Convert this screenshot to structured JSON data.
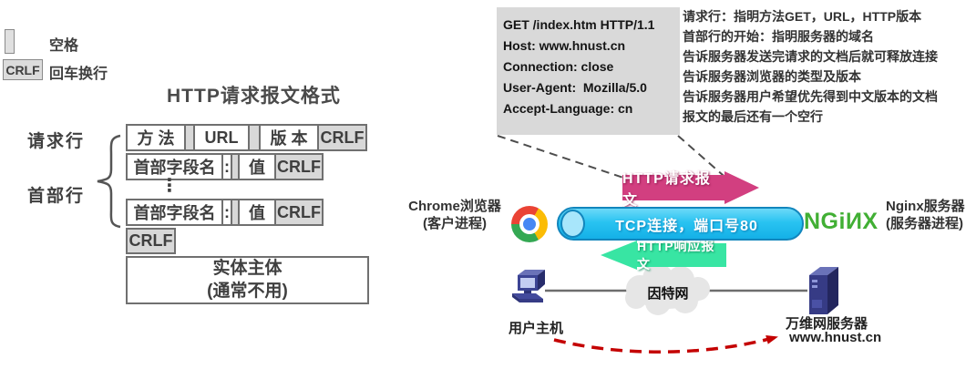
{
  "legend": {
    "space_label": "空格",
    "crlf_symbol": "CRLF",
    "crlf_label": "回车换行"
  },
  "format_diagram": {
    "title": "HTTP请求报文格式",
    "request_line_label": "请求行",
    "header_lines_label": "首部行",
    "request_line_row": {
      "method": "方 法",
      "url": "URL",
      "version": "版 本",
      "crlf": "CRLF"
    },
    "header_row": {
      "field_name": "首部字段名",
      "colon": ":",
      "value": "值",
      "crlf": "CRLF"
    },
    "ellipsis": "⋮",
    "trailing_crlf": "CRLF",
    "entity_body_line1": "实体主体",
    "entity_body_line2": "(通常不用)"
  },
  "request_example": {
    "lines": [
      "GET /index.htm HTTP/1.1",
      "Host: www.hnust.cn",
      "Connection: close",
      "User-Agent:  Mozilla/5.0",
      "Accept-Language: cn"
    ]
  },
  "annotations": [
    "请求行：指明方法GET，URL，HTTP版本",
    "首部行的开始：指明服务器的域名",
    "告诉服务器发送完请求的文档后就可释放连接",
    "告诉服务器浏览器的类型及版本",
    "告诉服务器用户希望优先得到中文版本的文档",
    "报文的最后还有一个空行"
  ],
  "flow": {
    "request_arrow_label": "HTTP请求报文",
    "response_arrow_label": "HTTP响应报文",
    "tcp_pipe_label": "TCP连接，端口号80",
    "client_name": "Chrome浏览器",
    "client_role": "(客户进程)",
    "nginx_logo_text": "NGiИX",
    "server_name": "Nginx服务器",
    "server_role": "(服务器进程)"
  },
  "network": {
    "host_label": "用户主机",
    "internet_label": "因特网",
    "www_server_label": "万维网服务器",
    "www_server_domain": "www.hnust.cn"
  },
  "colors": {
    "request_arrow": "#d23f80",
    "response_arrow": "#38e5a3",
    "tcp_pipe": "#29c3f1",
    "nginx_green": "#41af34",
    "device_navy": "#3c4494",
    "redirect_red": "#c40000",
    "example_box_gray": "#d9d9d9"
  }
}
